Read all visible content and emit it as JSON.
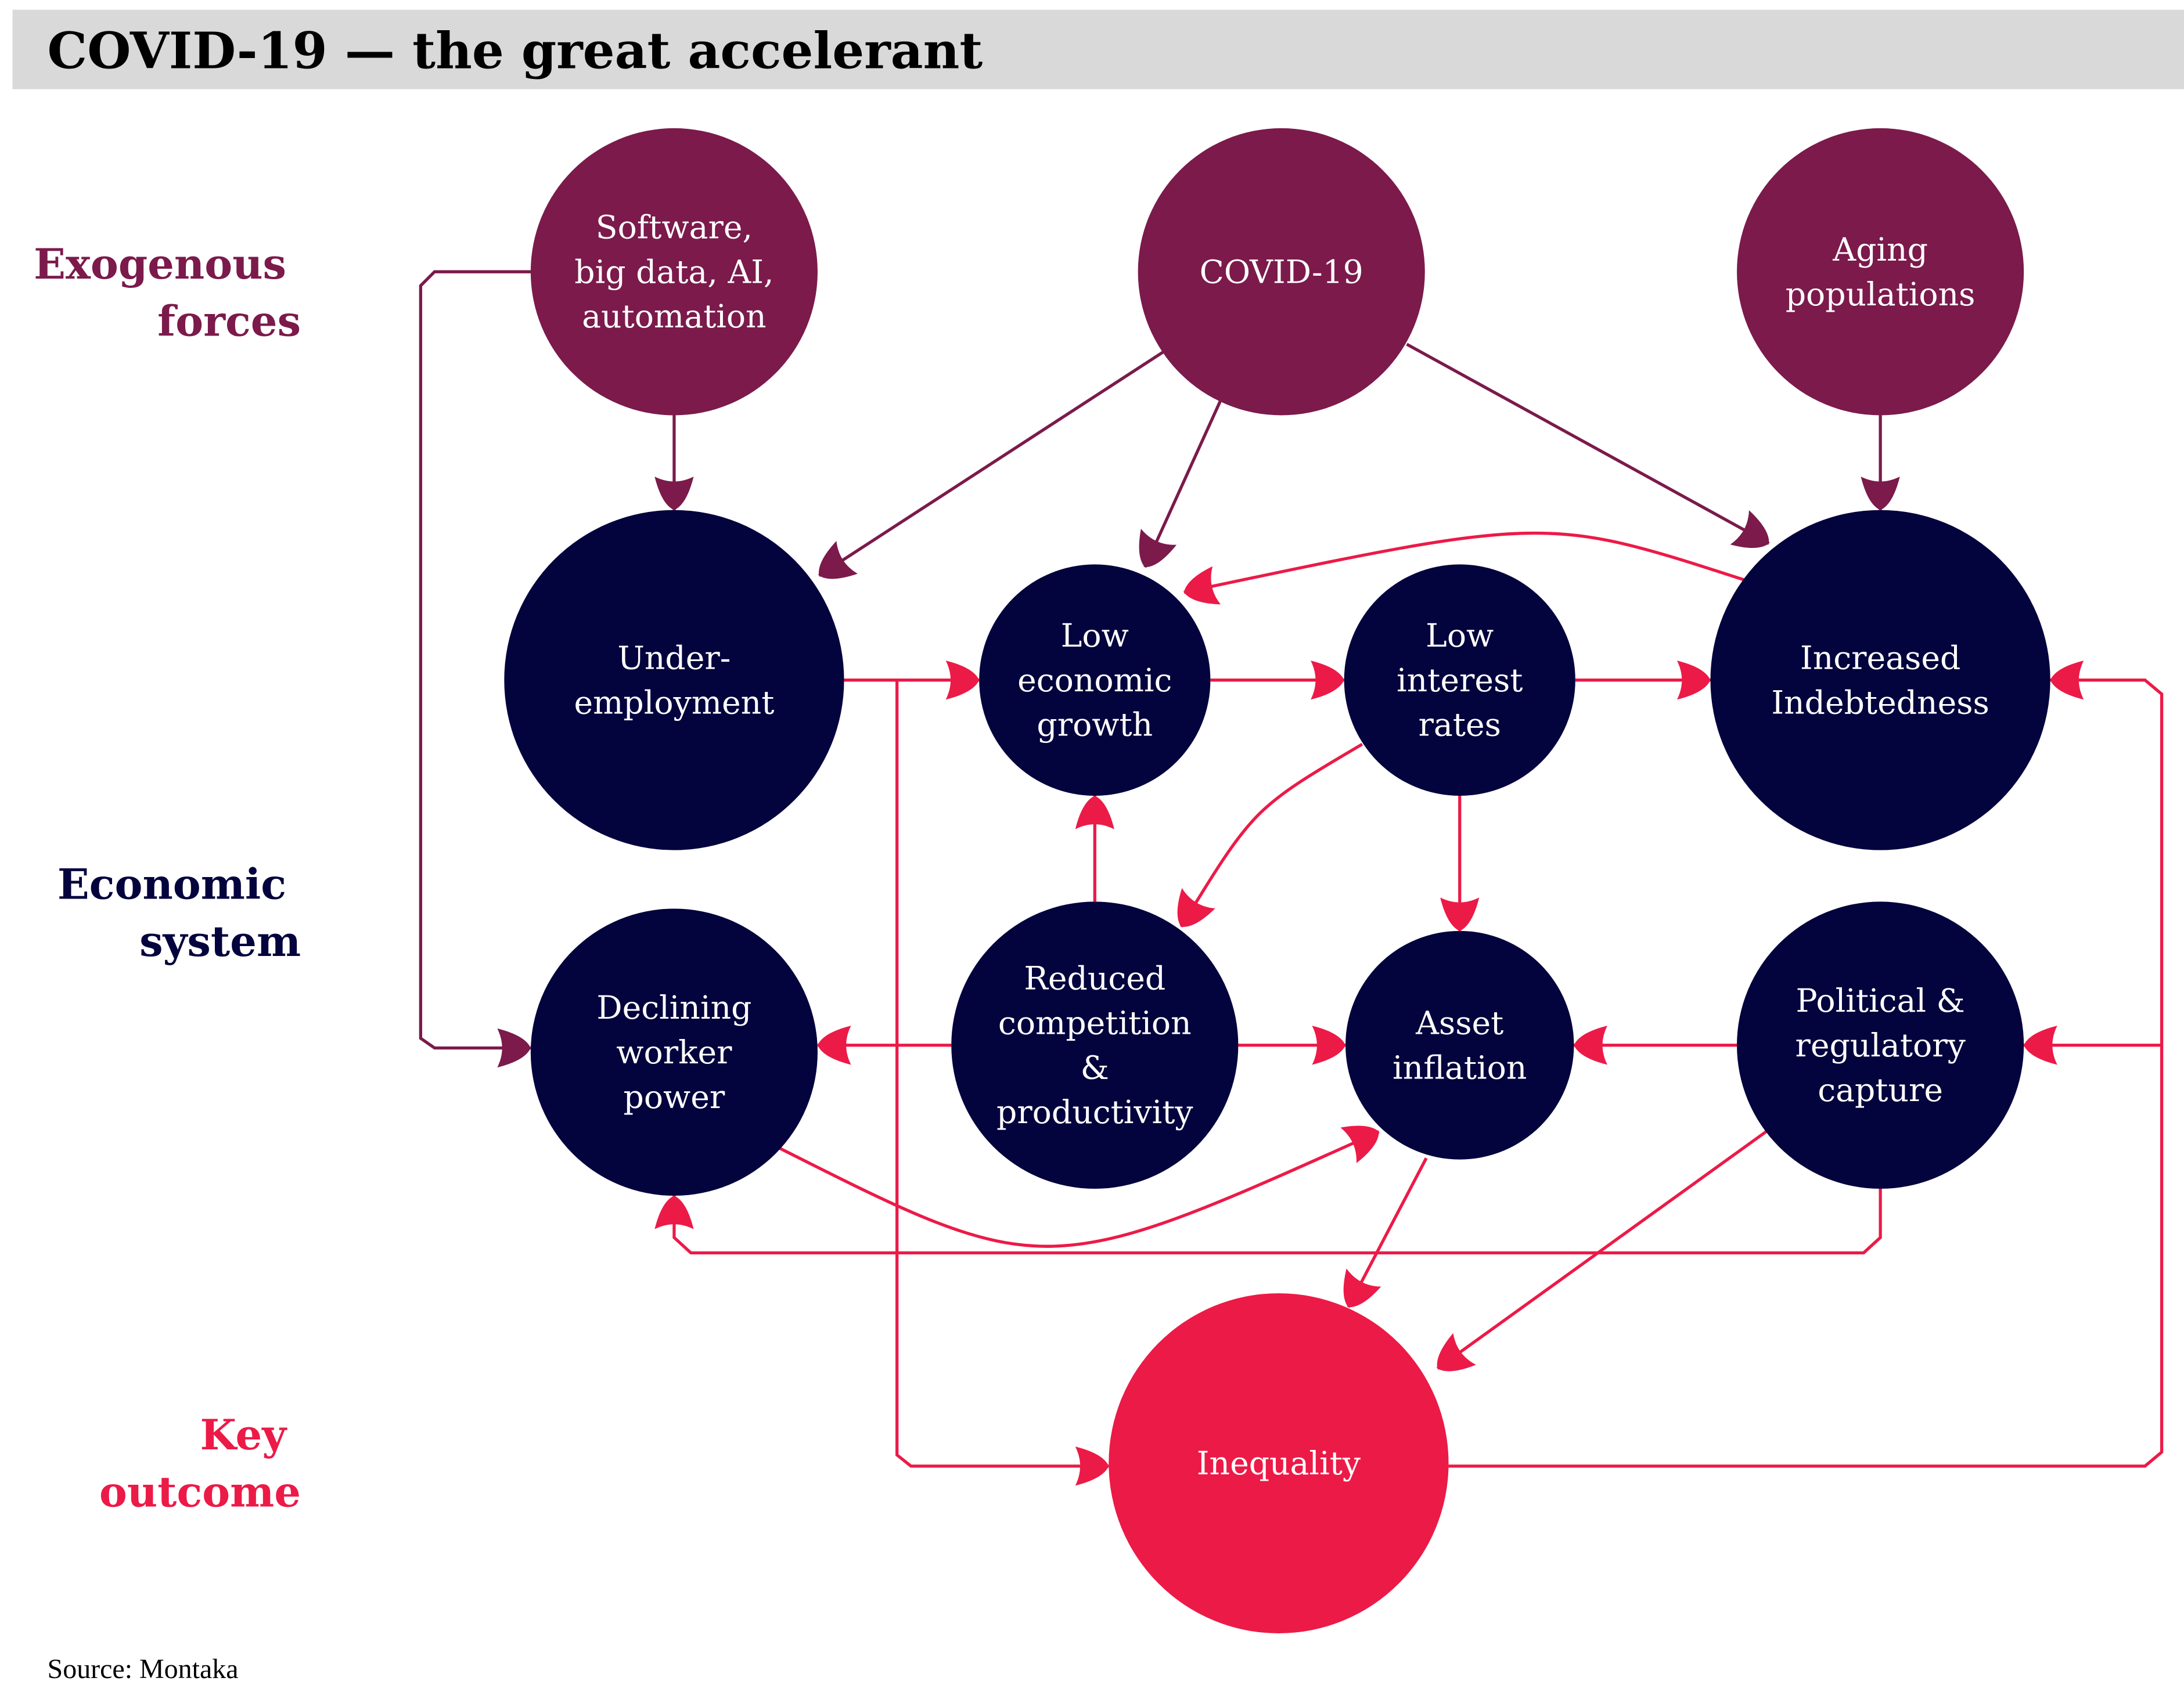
{
  "title": "COVID-19 — the great accelerant",
  "row_labels": [
    {
      "lines": [
        "Exogenous",
        "forces"
      ],
      "category": "exogenous"
    },
    {
      "lines": [
        "Economic",
        "system"
      ],
      "category": "economic"
    },
    {
      "lines": [
        "Key",
        "outcome"
      ],
      "category": "outcome"
    }
  ],
  "colors": {
    "exogenous": "#7b1a4b",
    "economic": "#03033d",
    "outcome": "#ec1a47",
    "title_bar": "#d9d9d9"
  },
  "nodes": [
    {
      "id": "software",
      "lines": [
        "Software,",
        "big data, AI,",
        "automation"
      ],
      "category": "exogenous"
    },
    {
      "id": "covid",
      "lines": [
        "COVID-19"
      ],
      "category": "exogenous"
    },
    {
      "id": "aging",
      "lines": [
        "Aging",
        "populations"
      ],
      "category": "exogenous"
    },
    {
      "id": "underemployment",
      "lines": [
        "Under-",
        "employment"
      ],
      "category": "economic"
    },
    {
      "id": "low-growth",
      "lines": [
        "Low",
        "economic",
        "growth"
      ],
      "category": "economic"
    },
    {
      "id": "low-rates",
      "lines": [
        "Low",
        "interest",
        "rates"
      ],
      "category": "economic"
    },
    {
      "id": "indebtedness",
      "lines": [
        "Increased",
        "Indebtedness"
      ],
      "category": "economic"
    },
    {
      "id": "declining-power",
      "lines": [
        "Declining",
        "worker",
        "power"
      ],
      "category": "economic"
    },
    {
      "id": "reduced-competition",
      "lines": [
        "Reduced",
        "competition",
        "&",
        "productivity"
      ],
      "category": "economic"
    },
    {
      "id": "asset-inflation",
      "lines": [
        "Asset",
        "inflation"
      ],
      "category": "economic"
    },
    {
      "id": "political-capture",
      "lines": [
        "Political &",
        "regulatory",
        "capture"
      ],
      "category": "economic"
    },
    {
      "id": "inequality",
      "lines": [
        "Inequality"
      ],
      "category": "outcome"
    }
  ],
  "edges": [
    {
      "from": "software",
      "to": "underemployment",
      "category": "exogenous"
    },
    {
      "from": "software",
      "to": "declining-power",
      "category": "exogenous"
    },
    {
      "from": "covid",
      "to": "underemployment",
      "category": "exogenous"
    },
    {
      "from": "covid",
      "to": "low-growth",
      "category": "exogenous"
    },
    {
      "from": "covid",
      "to": "indebtedness",
      "category": "exogenous"
    },
    {
      "from": "aging",
      "to": "indebtedness",
      "category": "exogenous"
    },
    {
      "from": "underemployment",
      "to": "low-growth",
      "category": "outcome"
    },
    {
      "from": "underemployment",
      "to": "inequality",
      "category": "outcome"
    },
    {
      "from": "low-growth",
      "to": "low-rates",
      "category": "outcome"
    },
    {
      "from": "low-rates",
      "to": "indebtedness",
      "category": "outcome"
    },
    {
      "from": "indebtedness",
      "to": "low-growth",
      "category": "outcome"
    },
    {
      "from": "low-rates",
      "to": "reduced-competition",
      "category": "outcome"
    },
    {
      "from": "low-rates",
      "to": "asset-inflation",
      "category": "outcome"
    },
    {
      "from": "reduced-competition",
      "to": "low-growth",
      "category": "outcome"
    },
    {
      "from": "reduced-competition",
      "to": "declining-power",
      "category": "outcome"
    },
    {
      "from": "reduced-competition",
      "to": "asset-inflation",
      "category": "outcome"
    },
    {
      "from": "political-capture",
      "to": "asset-inflation",
      "category": "outcome"
    },
    {
      "from": "declining-power",
      "to": "asset-inflation",
      "category": "outcome"
    },
    {
      "from": "political-capture",
      "to": "declining-power",
      "category": "outcome"
    },
    {
      "from": "asset-inflation",
      "to": "inequality",
      "category": "outcome"
    },
    {
      "from": "political-capture",
      "to": "inequality",
      "category": "outcome"
    },
    {
      "from": "inequality",
      "to": "indebtedness",
      "category": "outcome"
    },
    {
      "from": "inequality",
      "to": "political-capture",
      "category": "outcome"
    }
  ],
  "source": "Source: Montaka"
}
